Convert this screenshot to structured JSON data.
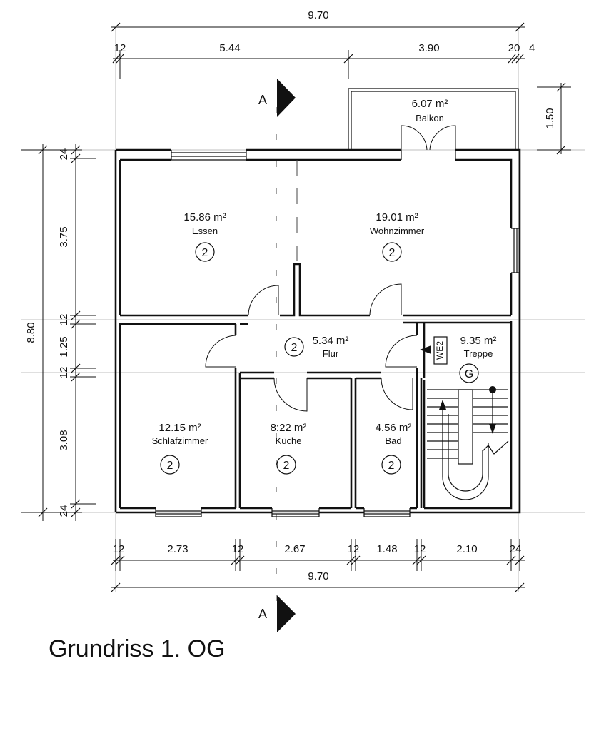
{
  "title": "Grundriss 1. OG",
  "section_label": "A",
  "marker_label": "WE2",
  "dimensions": {
    "top_total": "9.70",
    "top_left_wall": "12",
    "top_seg1": "5.44",
    "top_seg2": "3.90",
    "top_right_a": "20",
    "top_right_b": "4",
    "balcony_depth": "1.50",
    "left_total": "8.80",
    "left_top_wall": "24",
    "left_seg1": "3.75",
    "left_mid_wall1": "12",
    "left_seg2": "1.25",
    "left_mid_wall2": "12",
    "left_seg3": "3.08",
    "left_bottom_wall": "24",
    "bottom_wall1": "12",
    "bottom_seg1": "2.73",
    "bottom_wall2": "12",
    "bottom_seg2": "2.67",
    "bottom_wall3": "12",
    "bottom_seg3": "1.48",
    "bottom_wall4": "12",
    "bottom_seg4": "2.10",
    "bottom_wall5": "24",
    "bottom_total": "9.70"
  },
  "rooms": {
    "balkon": {
      "area": "6.07 m²",
      "name": "Balkon"
    },
    "essen": {
      "area": "15.86 m²",
      "name": "Essen",
      "unit": "2"
    },
    "wohnzimmer": {
      "area": "19.01 m²",
      "name": "Wohnzimmer",
      "unit": "2"
    },
    "flur": {
      "area": "5.34 m²",
      "name": "Flur",
      "unit": "2"
    },
    "treppe": {
      "area": "9.35 m²",
      "name": "Treppe",
      "unit": "G"
    },
    "schlafzimmer": {
      "area": "12.15 m²",
      "name": "Schlafzimmer",
      "unit": "2"
    },
    "kueche": {
      "area": "8:22 m²",
      "name": "Küche",
      "unit": "2"
    },
    "bad": {
      "area": "4.56 m²",
      "name": "Bad",
      "unit": "2"
    }
  }
}
